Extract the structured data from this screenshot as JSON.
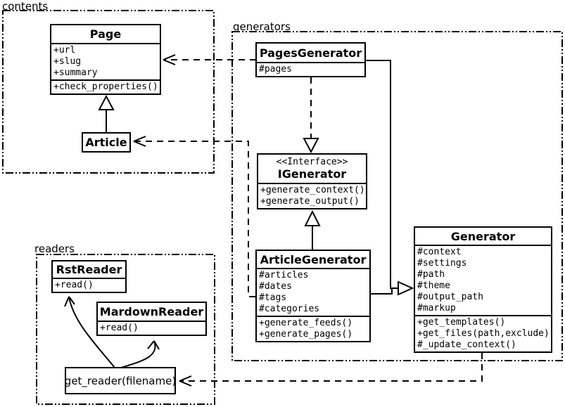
{
  "diagram": {
    "title": "UML class diagram",
    "colors": {
      "line": "#000000",
      "background": "#ffffff"
    },
    "packages": [
      {
        "label": "contents"
      },
      {
        "label": "generators"
      },
      {
        "label": "readers"
      }
    ],
    "classes": {
      "page": {
        "name": "Page",
        "attributes": [
          "+url",
          "+slug",
          "+summary"
        ],
        "methods": [
          "+check_properties()"
        ]
      },
      "article": {
        "name": "Article"
      },
      "pages_generator": {
        "name": "PagesGenerator",
        "attributes": [
          "#pages"
        ]
      },
      "igenerator": {
        "stereotype": "<<Interface>>",
        "name": "IGenerator",
        "methods": [
          "+generate_context()",
          "+generate_output()"
        ]
      },
      "article_generator": {
        "name": "ArticleGenerator",
        "attributes": [
          "#articles",
          "#dates",
          "#tags",
          "#categories"
        ],
        "methods": [
          "+generate_feeds()",
          "+generate_pages()"
        ]
      },
      "generator": {
        "name": "Generator",
        "attributes": [
          "#context",
          "#settings",
          "#path",
          "#theme",
          "#output_path",
          "#markup"
        ],
        "methods": [
          "+get_templates()",
          "+get_files(path,exclude)",
          "#_update_context()"
        ]
      },
      "rst_reader": {
        "name": "RstReader",
        "methods": [
          "+read()"
        ]
      },
      "mardown_reader": {
        "name": "MardownReader",
        "methods": [
          "+read()"
        ]
      },
      "get_reader": {
        "label": "get_reader(filename)"
      }
    },
    "relationships": [
      {
        "from": "PagesGenerator",
        "to": "Page",
        "type": "dashed-dependency"
      },
      {
        "from": "ArticleGenerator",
        "to": "Article",
        "type": "dashed-dependency"
      },
      {
        "from": "PagesGenerator",
        "to": "IGenerator",
        "type": "dashed-realization"
      },
      {
        "from": "ArticleGenerator",
        "to": "IGenerator",
        "type": "inheritance"
      },
      {
        "from": "Article",
        "to": "Page",
        "type": "inheritance"
      },
      {
        "from": "PagesGenerator",
        "to": "Generator",
        "type": "inheritance"
      },
      {
        "from": "ArticleGenerator",
        "to": "Generator",
        "type": "inheritance"
      },
      {
        "from": "Generator",
        "to": "get_reader(filename)",
        "type": "dashed-dependency"
      },
      {
        "from": "get_reader(filename)",
        "to": "RstReader",
        "type": "arrow"
      },
      {
        "from": "get_reader(filename)",
        "to": "MardownReader",
        "type": "arrow"
      }
    ]
  }
}
